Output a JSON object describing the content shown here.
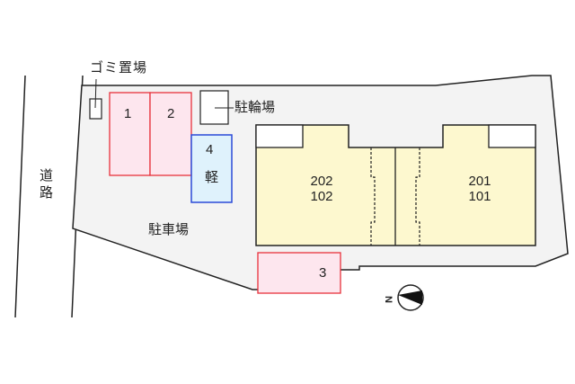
{
  "diagram": {
    "type": "site-plan",
    "labels": {
      "road": "道\n路",
      "road_line1": "道",
      "road_line2": "路",
      "garbage": "ゴミ置場",
      "bicycle_parking": "駐輪場",
      "parking_lot": "駐車場"
    },
    "parking_spaces": [
      {
        "id": "1",
        "label": "1",
        "type": "standard"
      },
      {
        "id": "2",
        "label": "2",
        "type": "standard"
      },
      {
        "id": "3",
        "label": "3",
        "type": "standard"
      },
      {
        "id": "4",
        "label": "4",
        "sublabel": "軽",
        "type": "kei-car"
      }
    ],
    "units": [
      {
        "upper": "202",
        "lower": "102"
      },
      {
        "upper": "201",
        "lower": "101"
      }
    ],
    "compass": {
      "label": "N",
      "icon": "north-arrow-icon"
    },
    "colors": {
      "site_fill": "#f3f3f3",
      "parking_fill": "#fde6ee",
      "parking_stroke": "#e8323c",
      "kei_fill": "#dff2fc",
      "kei_stroke": "#2b4bd8",
      "building_fill": "#fdf8cf",
      "line": "#222222"
    }
  }
}
